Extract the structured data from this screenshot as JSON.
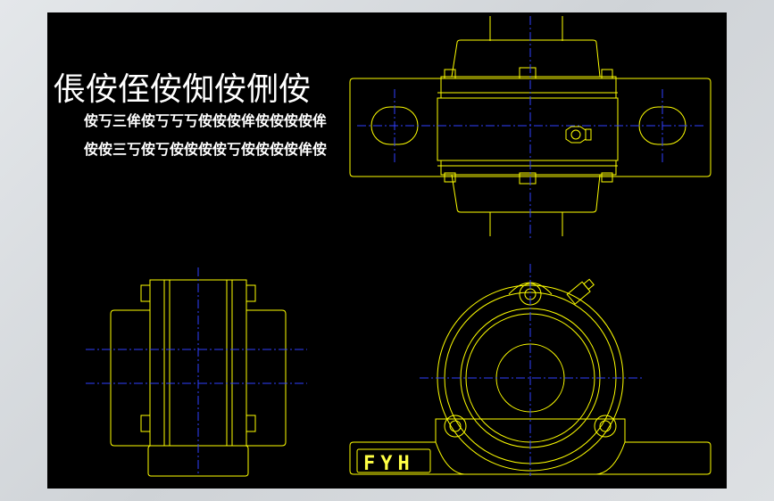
{
  "drawing": {
    "title": "倀侒侄侒倁侒侀侒",
    "line1": "侒丂三侔侒丂丂丂侒侒侒侔侒侒侒侒侔",
    "line2": "侒侒三丂侒丂侒侒侒侒丂侒侒侒侒侔侒",
    "brand": "FYH"
  },
  "colors": {
    "background": "#000000",
    "outline": "#ffff00",
    "centerline": "#3040ff",
    "text": "#ffffff"
  }
}
